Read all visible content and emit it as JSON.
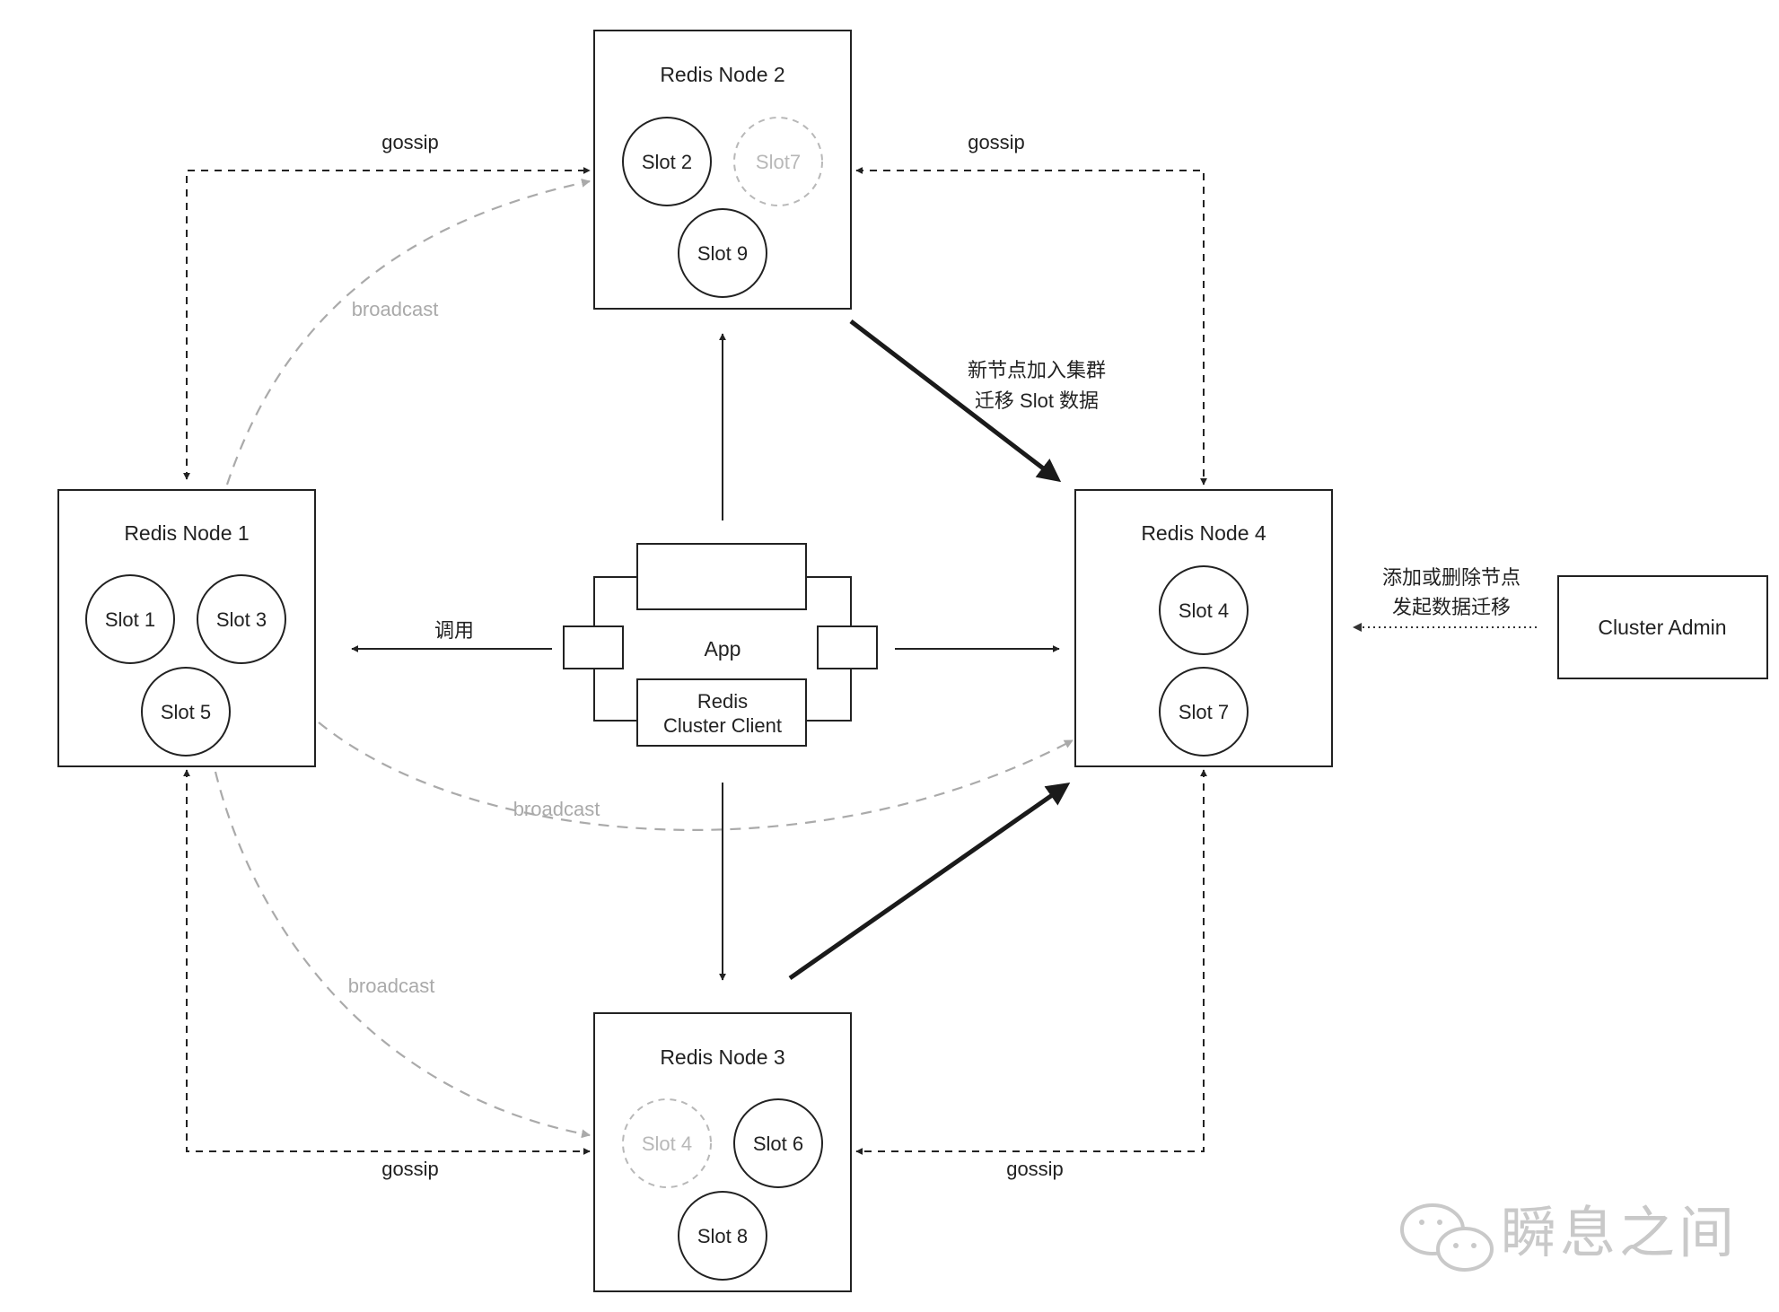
{
  "nodes": {
    "node1": {
      "title": "Redis Node 1",
      "slots": [
        "Slot 1",
        "Slot 3",
        "Slot 5"
      ]
    },
    "node2": {
      "title": "Redis Node 2",
      "slots": [
        "Slot 2",
        "Slot7",
        "Slot 9"
      ],
      "pending_slot": "Slot7"
    },
    "node3": {
      "title": "Redis Node 3",
      "slots": [
        "Slot 4",
        "Slot 6",
        "Slot 8"
      ],
      "pending_slot": "Slot 4"
    },
    "node4": {
      "title": "Redis Node 4",
      "slots": [
        "Slot 4",
        "Slot 7"
      ]
    }
  },
  "app": {
    "title": "App",
    "client_line1": "Redis",
    "client_line2": "Cluster Client"
  },
  "admin": {
    "title": "Cluster Admin"
  },
  "labels": {
    "gossip_top_left": "gossip",
    "gossip_top_right": "gossip",
    "gossip_bottom_left": "gossip",
    "gossip_bottom_right": "gossip",
    "broadcast_1": "broadcast",
    "broadcast_2": "broadcast",
    "broadcast_3": "broadcast",
    "call": "调用",
    "migrate_line1": "新节点加入集群",
    "migrate_line2": "迁移 Slot 数据",
    "admin_line1": "添加或删除节点",
    "admin_line2": "发起数据迁移"
  },
  "watermark": "瞬息之间",
  "colors": {
    "line": "#222222",
    "faded": "#aaaaaa",
    "watermark": "#c9c9c9"
  }
}
